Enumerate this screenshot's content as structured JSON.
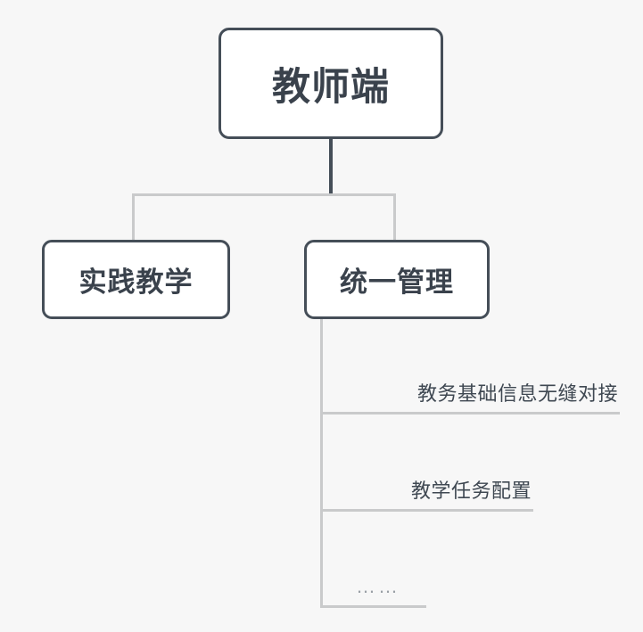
{
  "diagram": {
    "title": "教师端",
    "root": {
      "label": "教师端"
    },
    "level2": [
      {
        "label": "实践教学"
      },
      {
        "label": "统一管理"
      }
    ],
    "leaves": [
      {
        "label": "教务基础信息无缝对接"
      },
      {
        "label": "教学任务配置"
      },
      {
        "label": "……"
      }
    ],
    "colors": {
      "background": "#f7f7f7",
      "node_fill": "#ffffff",
      "node_border": "#454e58",
      "node_text": "#3a424c",
      "leaf_text": "#3f4852",
      "connector_primary": "#454e58",
      "connector_secondary": "#c9cacb",
      "ellipsis_text": "#9aa0a6"
    }
  }
}
